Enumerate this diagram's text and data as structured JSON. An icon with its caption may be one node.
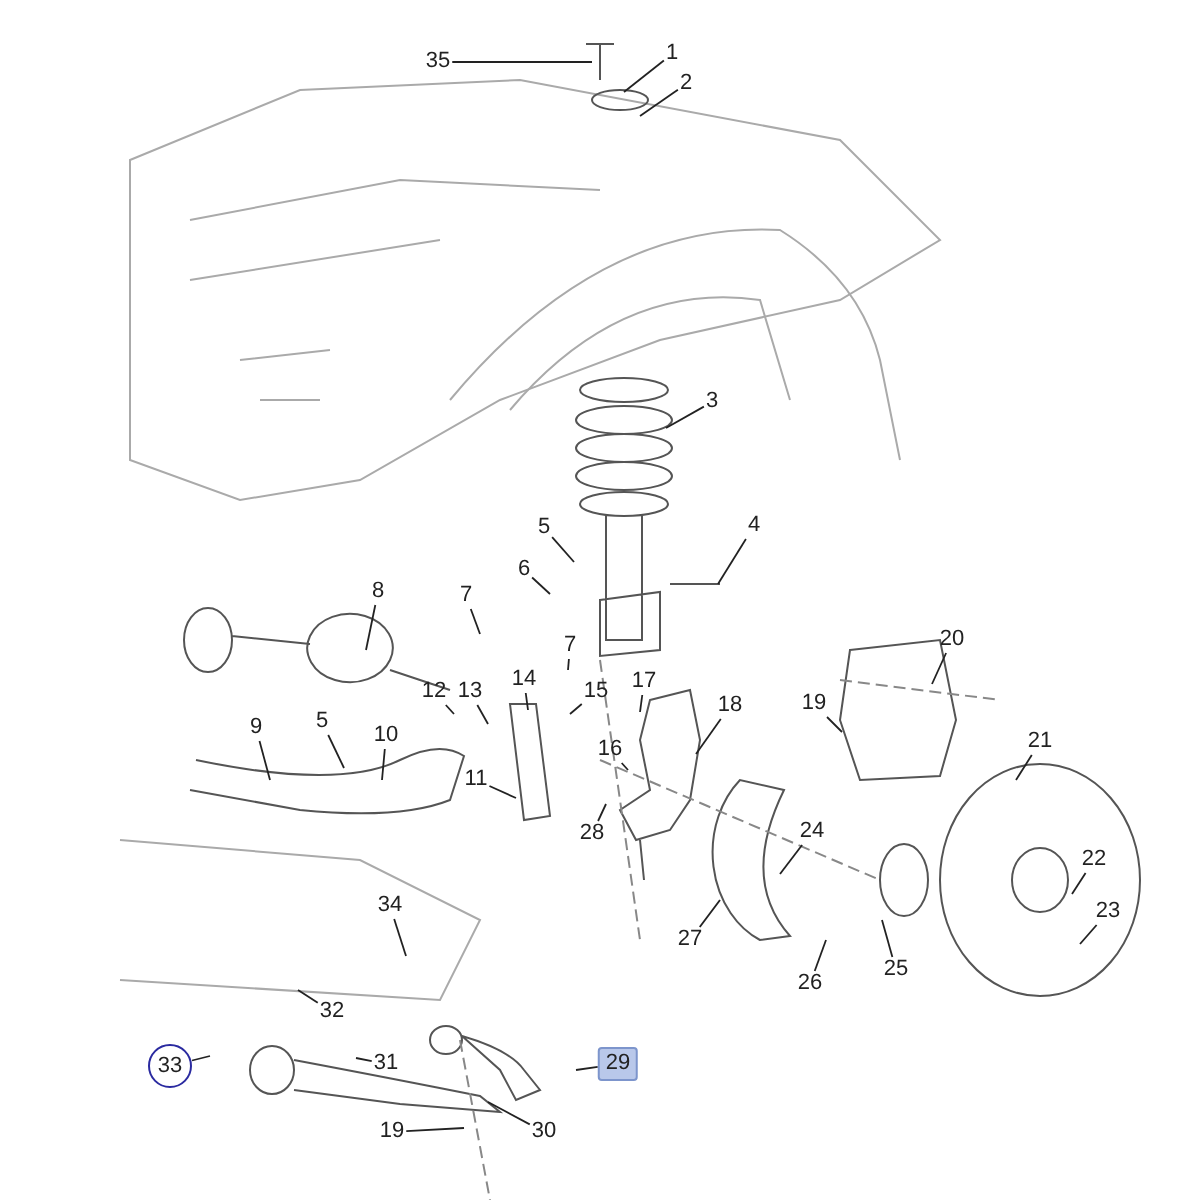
{
  "diagram": {
    "nodes": [
      {
        "text": [
          "35"
        ]
      },
      {
        "text": [
          "1"
        ]
      },
      {
        "text": [
          "2"
        ]
      },
      {
        "text": [
          "3"
        ]
      },
      {
        "text": [
          "5"
        ]
      },
      {
        "text": [
          "4"
        ]
      },
      {
        "text": [
          "6"
        ]
      },
      {
        "text": [
          "8"
        ]
      },
      {
        "text": [
          "7"
        ]
      },
      {
        "text": [
          "7"
        ]
      },
      {
        "text": [
          "20"
        ]
      },
      {
        "text": [
          "12"
        ]
      },
      {
        "text": [
          "13"
        ]
      },
      {
        "text": [
          "14"
        ]
      },
      {
        "text": [
          "15"
        ]
      },
      {
        "text": [
          "17"
        ]
      },
      {
        "text": [
          "18"
        ]
      },
      {
        "text": [
          "19"
        ]
      },
      {
        "text": [
          "9"
        ]
      },
      {
        "text": [
          "5"
        ]
      },
      {
        "text": [
          "10"
        ]
      },
      {
        "text": [
          "16"
        ]
      },
      {
        "text": [
          "11"
        ]
      },
      {
        "text": [
          "21"
        ]
      },
      {
        "text": [
          "28"
        ]
      },
      {
        "text": [
          "24"
        ]
      },
      {
        "text": [
          "22"
        ]
      },
      {
        "text": [
          "23"
        ]
      },
      {
        "text": [
          "34"
        ]
      },
      {
        "text": [
          "27"
        ]
      },
      {
        "text": [
          "25"
        ]
      },
      {
        "text": [
          "26"
        ]
      },
      {
        "text": [
          "32"
        ]
      },
      {
        "text": [
          "33"
        ]
      },
      {
        "text": [
          "31"
        ]
      },
      {
        "text": [
          "29"
        ]
      },
      {
        "text": [
          "30"
        ]
      },
      {
        "text": [
          "19"
        ]
      }
    ],
    "edges": [
      {
        "from": 0,
        "to": null,
        "arrow": "none"
      },
      {
        "from": 1,
        "to": null,
        "arrow": "none"
      },
      {
        "from": 2,
        "to": null,
        "arrow": "none"
      },
      {
        "from": 3,
        "to": null,
        "arrow": "none"
      },
      {
        "from": 4,
        "to": null,
        "arrow": "none"
      },
      {
        "from": 5,
        "to": null,
        "arrow": "none"
      },
      {
        "from": 6,
        "to": null,
        "arrow": "none"
      },
      {
        "from": 7,
        "to": null,
        "arrow": "none"
      },
      {
        "from": 8,
        "to": null,
        "arrow": "none"
      },
      {
        "from": 9,
        "to": null,
        "arrow": "none"
      },
      {
        "from": 10,
        "to": null,
        "arrow": "none"
      },
      {
        "from": 11,
        "to": null,
        "arrow": "none"
      },
      {
        "from": 12,
        "to": null,
        "arrow": "none"
      },
      {
        "from": 13,
        "to": null,
        "arrow": "none"
      },
      {
        "from": 14,
        "to": null,
        "arrow": "none"
      },
      {
        "from": 15,
        "to": null,
        "arrow": "none"
      },
      {
        "from": 16,
        "to": null,
        "arrow": "none"
      },
      {
        "from": 17,
        "to": null,
        "arrow": "none"
      },
      {
        "from": 18,
        "to": null,
        "arrow": "none"
      },
      {
        "from": 19,
        "to": null,
        "arrow": "none"
      },
      {
        "from": 20,
        "to": null,
        "arrow": "none"
      },
      {
        "from": 21,
        "to": null,
        "arrow": "none"
      },
      {
        "from": 22,
        "to": null,
        "arrow": "none"
      },
      {
        "from": 23,
        "to": null,
        "arrow": "none"
      },
      {
        "from": 24,
        "to": null,
        "arrow": "none"
      },
      {
        "from": 25,
        "to": null,
        "arrow": "none"
      },
      {
        "from": 26,
        "to": null,
        "arrow": "none"
      },
      {
        "from": 27,
        "to": null,
        "arrow": "none"
      },
      {
        "from": 28,
        "to": null,
        "arrow": "none"
      },
      {
        "from": 29,
        "to": null,
        "arrow": "none"
      },
      {
        "from": 30,
        "to": null,
        "arrow": "none"
      },
      {
        "from": 31,
        "to": null,
        "arrow": "none"
      },
      {
        "from": 32,
        "to": null,
        "arrow": "none"
      },
      {
        "from": 33,
        "to": null,
        "arrow": "none"
      },
      {
        "from": 34,
        "to": null,
        "arrow": "none"
      },
      {
        "from": 35,
        "to": null,
        "arrow": "none"
      },
      {
        "from": 36,
        "to": null,
        "arrow": "none"
      },
      {
        "from": 37,
        "to": null,
        "arrow": "none"
      }
    ]
  }
}
